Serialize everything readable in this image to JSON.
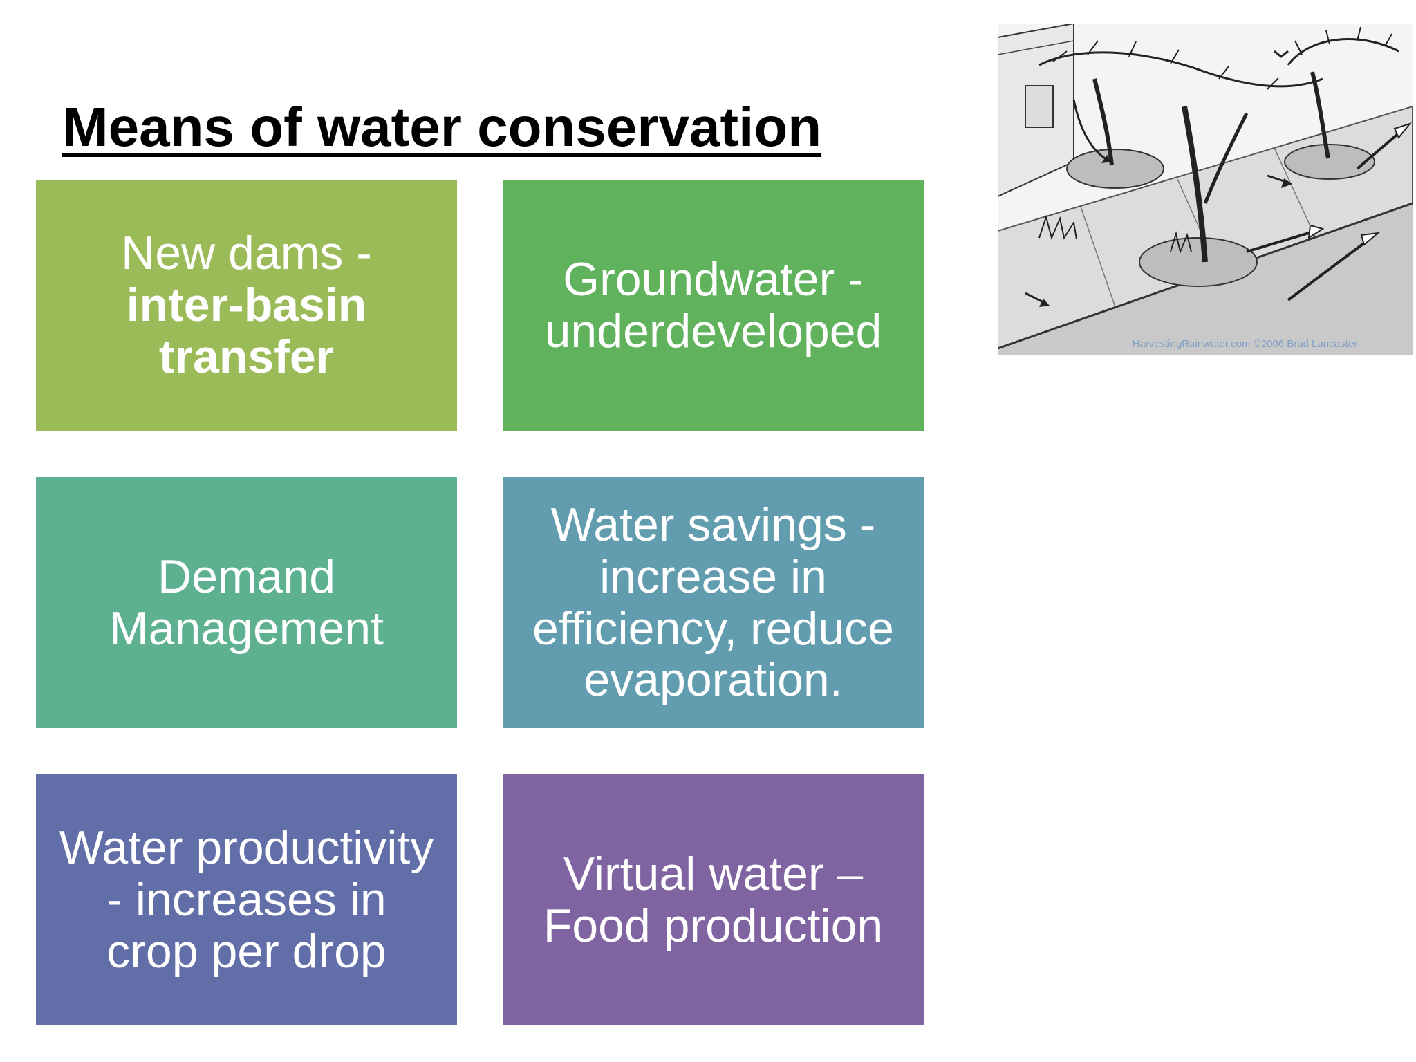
{
  "slide": {
    "title": "Means of water conservation"
  },
  "boxes": [
    {
      "id": "new-dams",
      "color": "#9bbb59",
      "lines": [
        {
          "text": "New dams -",
          "bold": false
        },
        {
          "text": "inter-basin",
          "bold": true
        },
        {
          "text": "transfer",
          "bold": true
        }
      ]
    },
    {
      "id": "groundwater",
      "color": "#60b25d",
      "lines": [
        {
          "text": "Groundwater -",
          "bold": false
        },
        {
          "text": "underdeveloped",
          "bold": false
        }
      ]
    },
    {
      "id": "demand",
      "color": "#5eb190",
      "lines": [
        {
          "text": "Demand",
          "bold": false
        },
        {
          "text": "Management",
          "bold": false
        }
      ]
    },
    {
      "id": "savings",
      "color": "#619caf",
      "lines": [
        {
          "text": "Water savings -",
          "bold": false
        },
        {
          "text": "increase in",
          "bold": false
        },
        {
          "text": "efficiency, reduce",
          "bold": false
        },
        {
          "text": "evaporation.",
          "bold": false
        }
      ]
    },
    {
      "id": "productivity",
      "color": "#626ea7",
      "lines": [
        {
          "text": "Water productivity",
          "bold": false
        },
        {
          "text": "- increases in",
          "bold": false
        },
        {
          "text": "crop per drop",
          "bold": false
        }
      ]
    },
    {
      "id": "virtual",
      "color": "#8064a2",
      "lines": [
        {
          "text": "Virtual water –",
          "bold": false
        },
        {
          "text": "Food production",
          "bold": false
        }
      ]
    }
  ],
  "illustration": {
    "icon": "rainwater-harvesting-sketch",
    "credit": "HarvestingRainwater.com ©2006 Brad Lancaster"
  }
}
